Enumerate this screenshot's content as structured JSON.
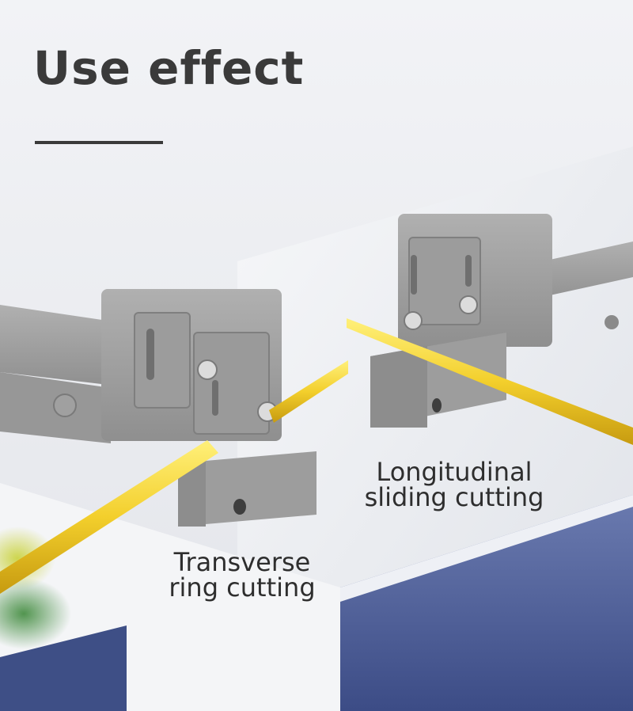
{
  "title": "Use effect",
  "captions": {
    "transverse_line1": "Transverse",
    "transverse_line2": "ring cutting",
    "longitudinal_line1": "Longitudinal",
    "longitudinal_line2": "sliding cutting"
  },
  "colors": {
    "background": "#e9ebef",
    "tool_gray": "#a3a3a3",
    "fiber_yellow": "#f3cf2c",
    "floor_blue": "#4a5b94",
    "title_text": "#3a3a3a"
  }
}
